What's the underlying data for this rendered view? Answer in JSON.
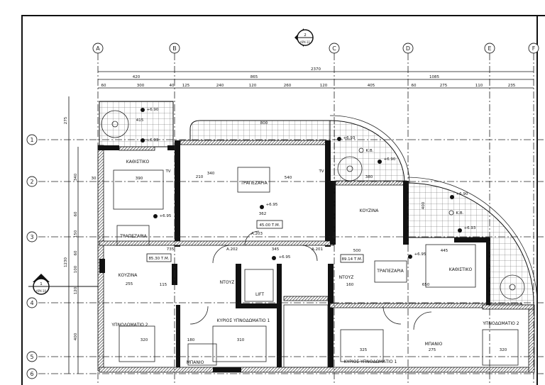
{
  "grid": {
    "columns": [
      "A",
      "B",
      "C",
      "D",
      "E",
      "F"
    ],
    "rows": [
      "1",
      "2",
      "3",
      "4",
      "5",
      "6"
    ]
  },
  "section_markers": [
    {
      "number": "2",
      "sheet": "APX-11"
    },
    {
      "number": "1",
      "sheet": "APX-10"
    }
  ],
  "dimensions": {
    "top_overall": "2370",
    "top_main": [
      "420",
      "865",
      "1085"
    ],
    "top_detail": [
      "60",
      "300",
      "40",
      "125",
      "240",
      "120",
      "260",
      "120",
      "405",
      "60",
      "275",
      "110",
      "235"
    ],
    "left_overall": "1230",
    "left_main": [
      "275",
      "340",
      "60",
      "150",
      "60",
      "100",
      "120",
      "400"
    ],
    "left_small": "30"
  },
  "rooms": [
    "ΚΑΘΙΣΤΙΚΟ",
    "ΤΡΑΠΕΖΑΡΙΑ",
    "ΤΡΑΠΕΖΑΡΙΑ",
    "ΚΟΥΖΙΝΑ",
    "ΥΠΝΟΔΩΜΑΤΙΟ 2",
    "ΝΤΟΥΖ",
    "LIFT",
    "ΚΥΡΙΟΣ ΥΠΝΟΔΩΜΑΤΙΟ 1",
    "ΜΠΑΝΙΟ",
    "ΚΟΥΖΙΝΑ",
    "ΤΡΑΠΕΖΑΡΙΑ",
    "ΚΑΘΙΣΤΙΚΟ",
    "ΝΤΟΥΖ",
    "ΥΠΝΟΔΩΜΑΤΙΟ 2",
    "ΚΥΡΙΟΣ ΥΠΝΟΔΩΜΑΤΙΟ 1",
    "ΜΠΑΝΙΟ"
  ],
  "areas": [
    "85.30 Τ.Μ.",
    "45.00 Τ.Μ.",
    "89.14 Τ.Μ."
  ],
  "levels": [
    "+6.90",
    "+6.93",
    "+6.95",
    "+6.95",
    "+6.95",
    "+6.93",
    "+6.90",
    "+6.90",
    "+6.93",
    "+6.95"
  ],
  "doors": [
    "A.201",
    "A.202",
    "A.203"
  ],
  "kb_labels": [
    "K.B.",
    "K.B."
  ],
  "tv_label": "TV",
  "inner_dims": [
    "415",
    "800",
    "380",
    "390",
    "210",
    "340",
    "540",
    "362",
    "735",
    "345",
    "255",
    "115",
    "320",
    "180",
    "310",
    "325",
    "445",
    "500",
    "650",
    "160",
    "275",
    "320",
    "400"
  ]
}
